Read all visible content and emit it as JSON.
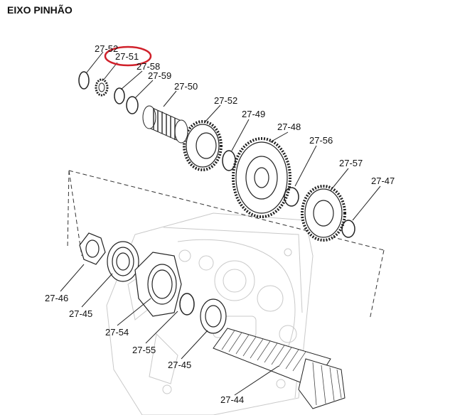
{
  "title": "EIXO PINHÃO",
  "labels": {
    "p27_52_top": "27-52",
    "p27_51": "27-51",
    "p27_58": "27-58",
    "p27_59": "27-59",
    "p27_50": "27-50",
    "p27_52": "27-52",
    "p27_49": "27-49",
    "p27_48": "27-48",
    "p27_56": "27-56",
    "p27_57": "27-57",
    "p27_47": "27-47",
    "p27_46": "27-46",
    "p27_45_left": "27-45",
    "p27_54": "27-54",
    "p27_55": "27-55",
    "p27_45_mid": "27-45",
    "p27_44": "27-44"
  },
  "highlight_color": "#d0202a"
}
